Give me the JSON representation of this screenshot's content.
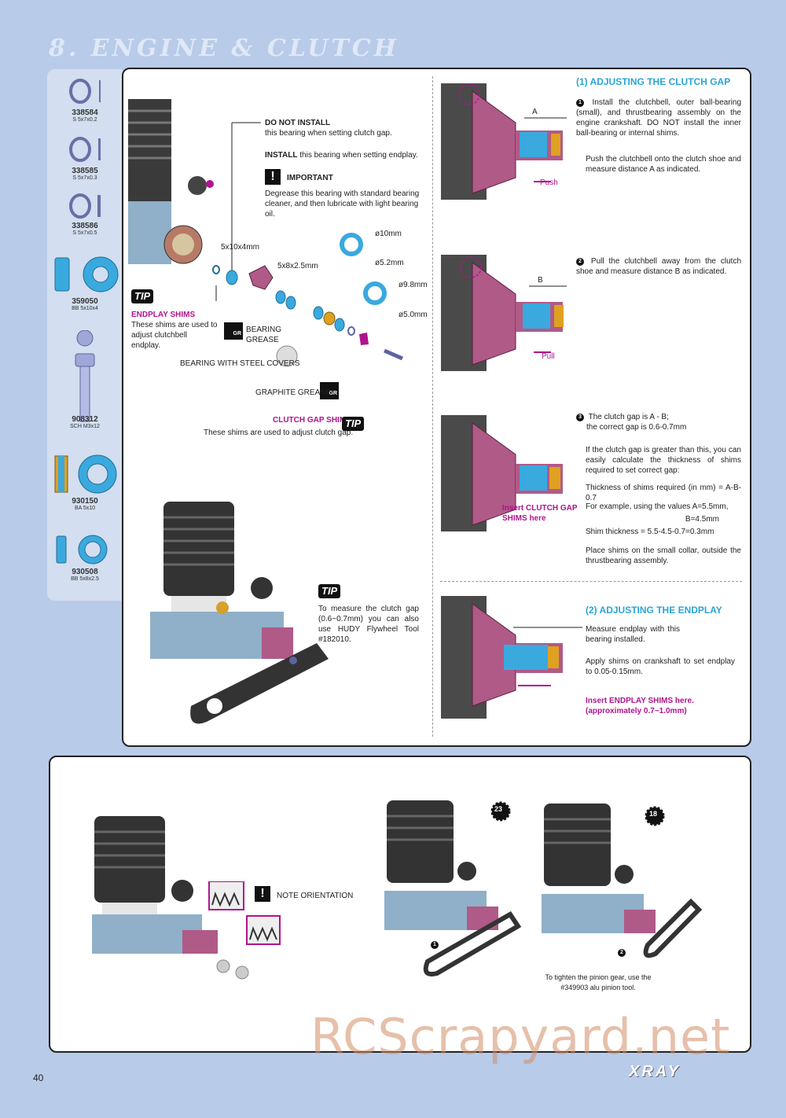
{
  "page": {
    "title": "8. ENGINE & CLUTCH",
    "page_number": "40",
    "watermark": "RCScrapyard.net",
    "brand": "XRAY"
  },
  "parts": [
    {
      "code": "338584",
      "desc": "S 5x7x0.2"
    },
    {
      "code": "338585",
      "desc": "S 5x7x0.3"
    },
    {
      "code": "338586",
      "desc": "S 5x7x0.5"
    },
    {
      "code": "359050",
      "desc": "BB 5x10x4"
    },
    {
      "code": "908312",
      "desc": "SCH M3x12"
    },
    {
      "code": "930150",
      "desc": "BA 5x10"
    },
    {
      "code": "930508",
      "desc": "BB 5x8x2.5"
    }
  ],
  "exploded": {
    "do_not_install_title": "DO NOT INSTALL",
    "do_not_install_text": "this bearing when setting clutch gap.",
    "install_bold": "INSTALL",
    "install_text": "this bearing when setting endplay.",
    "important_title": "IMPORTANT",
    "important_text": "Degrease this bearing with standard bearing cleaner, and then lubricate with light bearing oil.",
    "dim_5x10x4": "5x10x4mm",
    "dim_5x8x25": "5x8x2.5mm",
    "dim_o10": "ø10mm",
    "dim_o52": "ø5.2mm",
    "dim_o98": "ø9.8mm",
    "dim_o50": "ø5.0mm",
    "tip_label": "TIP",
    "endplay_title": "ENDPLAY SHIMS",
    "endplay_text": "These shims are used to adjust clutchbell endplay.",
    "bearing_grease": "BEARING GREASE",
    "bearing_steel": "BEARING WITH STEEL COVERS",
    "graphite_grease": "GRAPHITE GREASE",
    "gr": "GR",
    "clutch_gap_title": "CLUTCH GAP SHIMS",
    "clutch_gap_text": "These shims are used to adjust clutch gap.",
    "tip2_text": "To measure the clutch gap (0.6~0.7mm) you can also use HUDY Flywheel Tool #182010."
  },
  "right": {
    "heading1": "(1) ADJUSTING THE CLUTCH GAP",
    "step1_num": "1",
    "step1_text": "Install the clutchbell, outer ball-bearing (small), and thrustbearing assembly on the engine crankshaft. DO NOT install the inner ball-bearing or internal shims.",
    "step1_text2": "Push the clutchbell onto the clutch shoe and measure distance A as indicated.",
    "label_a": "A",
    "push": "Push",
    "step2_num": "2",
    "step2_text": "Pull the clutchbell away from the clutch shoe and measure distance B as indicated.",
    "label_b": "B",
    "pull": "Pull",
    "step3_num": "3",
    "step3_line1": "The clutch gap is A - B;",
    "step3_line2": "the correct gap is 0.6-0.7mm",
    "step3_p2": "If the clutch gap is greater than this, you can easily calculate the thickness of shims required to set correct gap:",
    "step3_formula": "Thickness of shims required (in mm) = A-B-0.7",
    "step3_example1": "For example, using the values A=5.5mm,",
    "step3_example2": "B=4.5mm",
    "step3_shim": "Shim thickness = 5.5-4.5-0.7=0.3mm",
    "step3_place": "Place shims on the small collar, outside the thrustbearing assembly.",
    "insert_label": "Insert CLUTCH GAP SHIMS here",
    "heading2": "(2) ADJUSTING THE ENDPLAY",
    "endplay1": "Measure endplay with this bearing installed.",
    "endplay2": "Apply shims on crankshaft to set endplay to 0.05-0.15mm.",
    "insert_endplay": "Insert ENDPLAY SHIMS here. (approximately 0.7~1.0mm)"
  },
  "bottom": {
    "note": "NOTE ORIENTATION",
    "gear1": "23",
    "gear2": "18",
    "num1": "1",
    "num2": "2",
    "pinion_text": "To tighten the pinion gear, use the #349903 alu pinion tool."
  }
}
